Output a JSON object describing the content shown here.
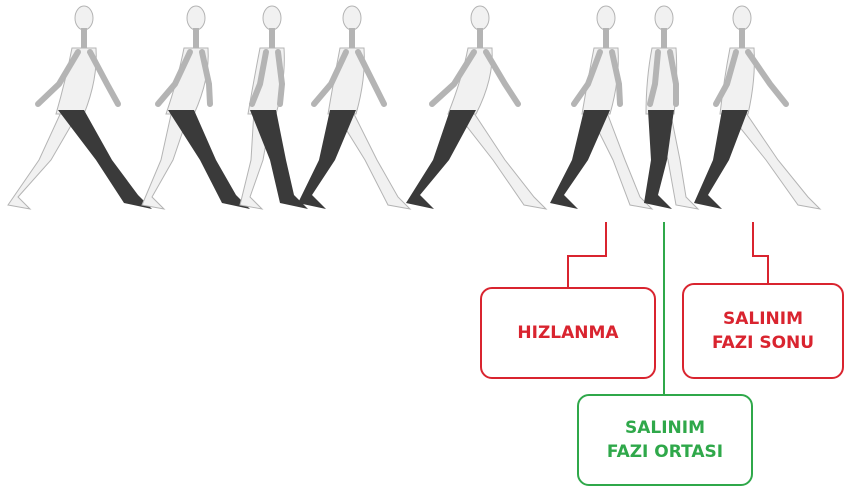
{
  "colors": {
    "accent_red": "#d9242f",
    "accent_green": "#2fa84a",
    "figure_body": "#f1f1f1",
    "figure_outline": "#b4b4b4",
    "highlighted_leg": "#3a3a3a"
  },
  "figure_count": 8,
  "labels": {
    "acceleration": {
      "line1": "HIZLANMA"
    },
    "mid_swing": {
      "line1": "SALINIM",
      "line2": "FAZI ORTASI"
    },
    "terminal_swing": {
      "line1": "SALINIM",
      "line2": "FAZI SONU"
    }
  }
}
